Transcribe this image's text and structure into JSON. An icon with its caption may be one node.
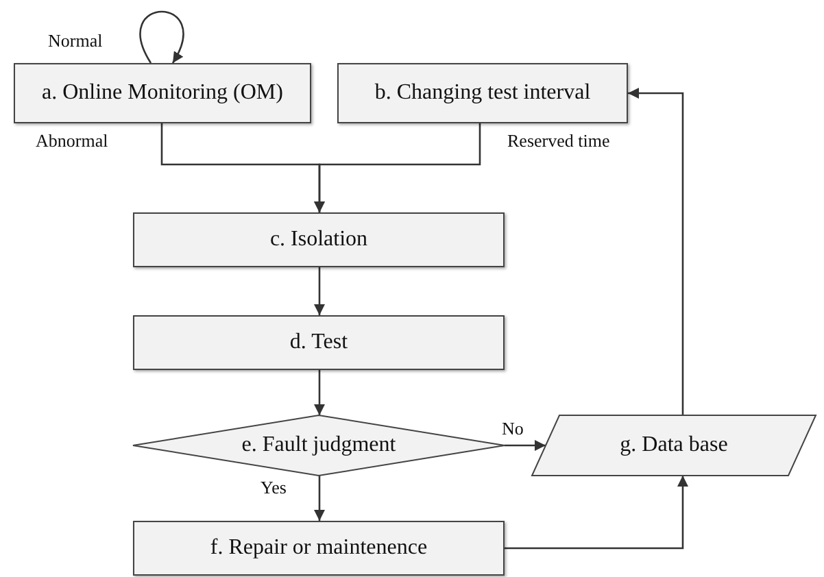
{
  "diagram": {
    "nodes": [
      {
        "text": [
          "a. Online Monitoring (OM)"
        ]
      },
      {
        "text": [
          "b.  Changing test interval"
        ]
      },
      {
        "text": [
          "c. Isolation"
        ]
      },
      {
        "text": [
          "d. Test"
        ]
      },
      {
        "text": [
          "e. Fault judgment"
        ]
      },
      {
        "text": [
          "g. Data base"
        ]
      },
      {
        "text": [
          "f. Repair or maintenence"
        ]
      }
    ],
    "edges": [
      {
        "from": 0,
        "to": 0,
        "arrow": "to",
        "label": "Normal"
      },
      {
        "from": 0,
        "to": 2,
        "arrow": "to",
        "label": "Abnormal"
      },
      {
        "from": 1,
        "to": 2,
        "arrow": "to",
        "label": "Reserved time"
      },
      {
        "from": 2,
        "to": 3,
        "arrow": "to"
      },
      {
        "from": 3,
        "to": 4,
        "arrow": "to"
      },
      {
        "from": 4,
        "to": 5,
        "arrow": "to",
        "label": "No"
      },
      {
        "from": 4,
        "to": 6,
        "arrow": "to",
        "label": "Yes"
      },
      {
        "from": 6,
        "to": 5,
        "arrow": "to"
      },
      {
        "from": 5,
        "to": 1,
        "arrow": "to"
      }
    ]
  }
}
